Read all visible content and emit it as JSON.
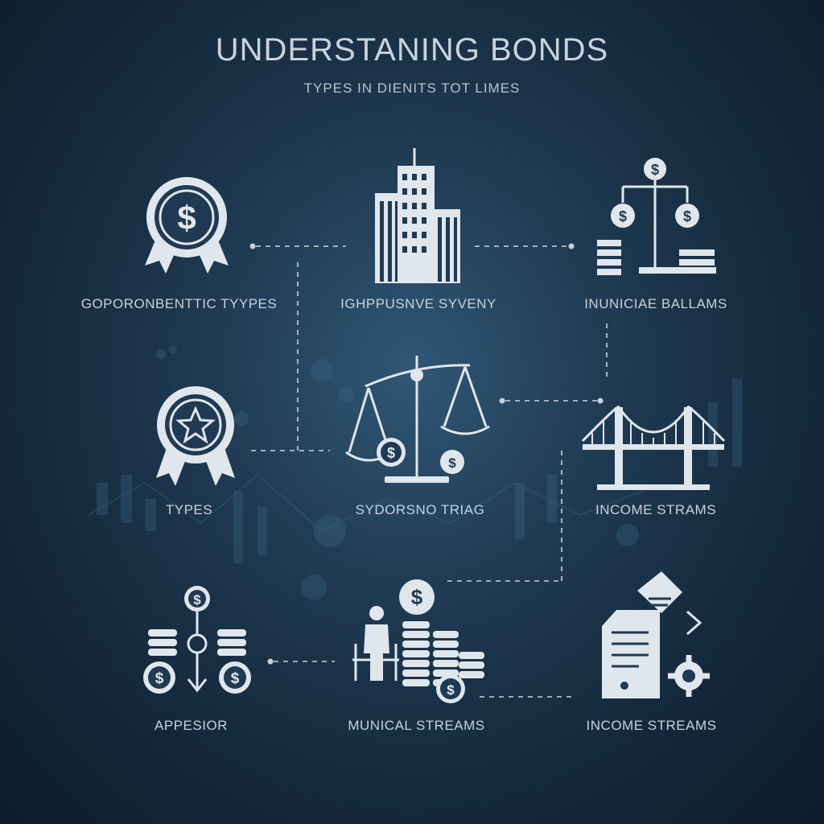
{
  "title": "UNDERSTANING BONDS",
  "subtitle": "TYPES IN DIENITS TOT LIMES",
  "nodes": [
    {
      "label": "GOPORONBENTTIC TYYPES",
      "icon": "award-dollar-icon"
    },
    {
      "label": "IGHPPUSNVE SYVENY",
      "icon": "office-building-icon"
    },
    {
      "label": "INUNICIAE BALLAMS",
      "icon": "balance-scale-coins-icon"
    },
    {
      "label": "TYPES",
      "icon": "award-star-icon"
    },
    {
      "label": "SYDORSNO TRIAG",
      "icon": "scales-dollar-icon"
    },
    {
      "label": "INCOME STRAMS",
      "icon": "bridge-icon"
    },
    {
      "label": "APPESIOR",
      "icon": "coin-flow-icon"
    },
    {
      "label": "MUNICAL STREAMS",
      "icon": "person-coin-stacks-icon"
    },
    {
      "label": "INCOME STREAMS",
      "icon": "documents-gear-icon"
    }
  ],
  "colors": {
    "icon": "#dfe6ec",
    "connector": "#c9d3dc",
    "background": "#1f3a52"
  }
}
